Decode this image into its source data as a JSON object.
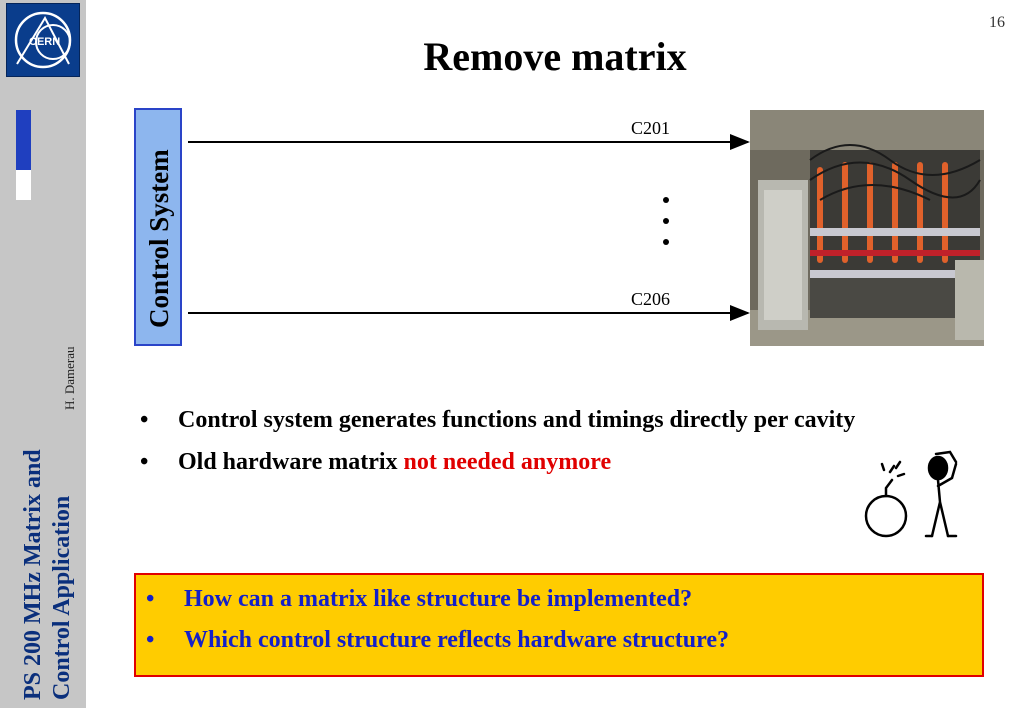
{
  "slide": {
    "number": "16",
    "title": "Remove matrix"
  },
  "sidebar": {
    "presentation_title_line1": "PS 200 MHz Matrix and",
    "presentation_title_line2": "Control Application",
    "author": "H. Damerau",
    "logo_text": "CERN"
  },
  "diagram": {
    "control_system_label": "Control System",
    "top_line_label": "C201",
    "bottom_line_label": "C206",
    "ellipsis": "⋮"
  },
  "bullets": [
    {
      "text": "Control system generates functions and timings directly per cavity"
    },
    {
      "text_prefix": "Old hardware matrix ",
      "text_highlight": "not needed anymore"
    }
  ],
  "questions": [
    {
      "text": "How can a matrix like structure be implemented?"
    },
    {
      "text": "Which control structure reflects hardware structure?"
    }
  ],
  "colors": {
    "sidebar": "#c6c6c6",
    "title_blue": "#0a2f7c",
    "control_box": "#8db6ee",
    "highlight_red": "#e00000",
    "question_box": "#ffcc00",
    "question_text": "#1420c8"
  }
}
